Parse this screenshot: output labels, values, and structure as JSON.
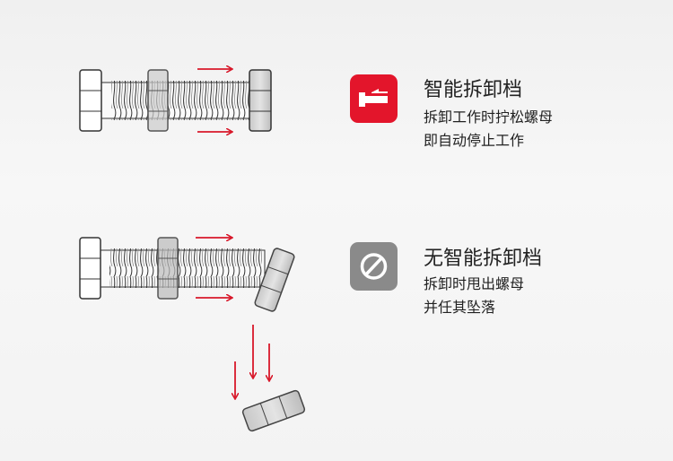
{
  "sections": [
    {
      "title": "智能拆卸档",
      "lines": [
        "拆卸工作时拧松螺母",
        "即自动停止工作"
      ],
      "icon": "smart-disassembly-icon",
      "color": "#e3152b"
    },
    {
      "title": "无智能拆卸档",
      "lines": [
        "拆卸时甩出螺母",
        "并任其坠落"
      ],
      "icon": "prohibited-icon",
      "color": "#8a8a8a"
    }
  ],
  "colors": {
    "arrow": "#d8182a"
  }
}
